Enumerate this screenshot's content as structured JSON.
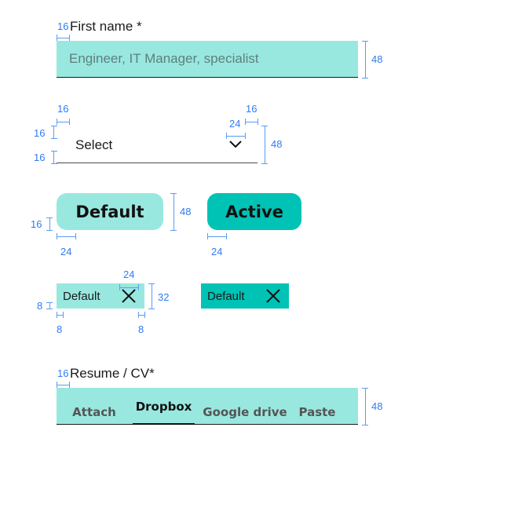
{
  "first_name": {
    "label": "First name *",
    "placeholder": "Engineer, IT Manager, specialist",
    "value": ""
  },
  "select": {
    "value": "Select",
    "icon": "chevron-down-icon"
  },
  "buttons": {
    "default_label": "Default",
    "active_label": "Active"
  },
  "chips": {
    "default_label": "Default",
    "active_label": "Default",
    "close_icon": "close-icon"
  },
  "resume": {
    "label": "Resume / CV*",
    "tabs": [
      {
        "label": "Attach",
        "selected": false
      },
      {
        "label": "Dropbox",
        "selected": true
      },
      {
        "label": "Google drive",
        "selected": false
      },
      {
        "label": "Paste",
        "selected": false
      }
    ]
  },
  "spec_labels": {
    "input_padding_left": "16",
    "input_height": "48",
    "select_padding_left": "16",
    "select_padding_right": "16",
    "select_icon_width": "24",
    "select_top_space": "16",
    "select_bottom_space": "16",
    "select_height": "48",
    "button_bottom_space": "16",
    "button_height": "48",
    "button_padding_left": "24",
    "button_active_padding_left": "24",
    "chip_icon_width": "24",
    "chip_height": "32",
    "chip_vertical_padding": "8",
    "chip_padding_left": "8",
    "chip_padding_right": "8",
    "resume_padding_left": "16",
    "resume_height": "48"
  },
  "colors": {
    "light_teal": "#98e8e0",
    "teal": "#00c2b5",
    "spec_blue": "#2f7bf5"
  }
}
